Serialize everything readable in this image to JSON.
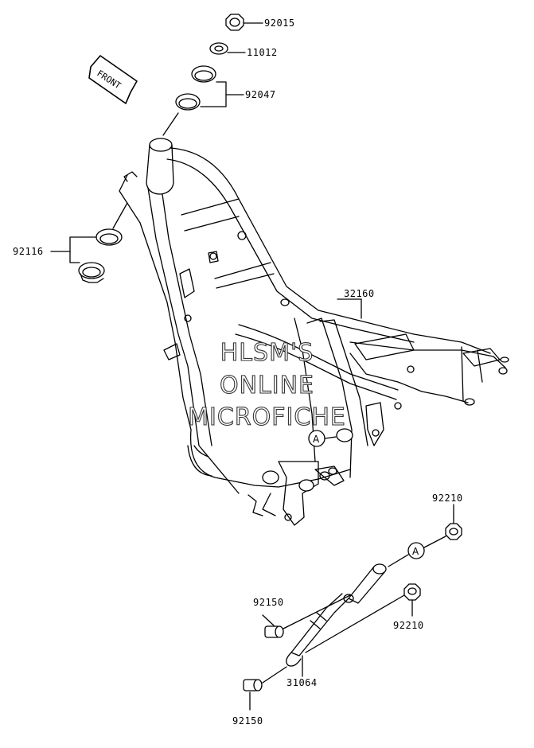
{
  "diagram": {
    "direction_label": "FRONT",
    "callout_letter": "A",
    "parts": {
      "nut_top": "92015",
      "seal": "11012",
      "races": "92047",
      "lower_races": "92116",
      "frame": "32160",
      "collar_right": "92210",
      "collar_left": "92150",
      "nut_right": "92210",
      "bar": "31064",
      "collar_bottom": "92150"
    }
  },
  "watermark": {
    "line1": "HLSM'S",
    "line2": "ONLINE",
    "line3": "MICROFICHE"
  }
}
